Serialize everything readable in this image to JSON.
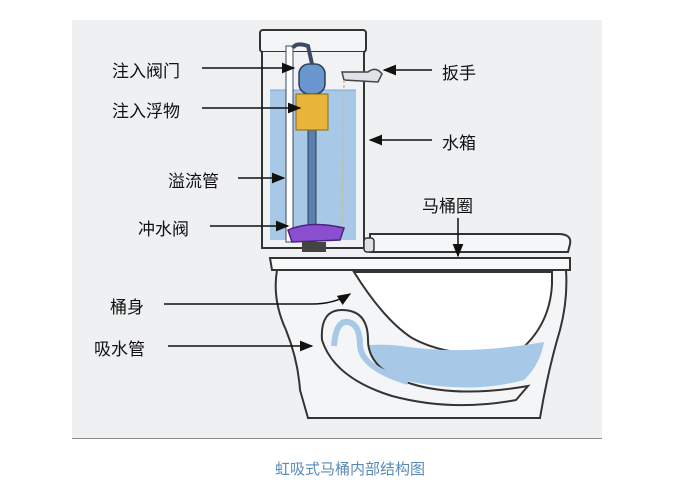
{
  "labels": {
    "fill_valve": "注入阀门",
    "fill_float": "注入浮物",
    "overflow_tube": "溢流管",
    "flush_valve": "冲水阀",
    "handle": "扳手",
    "tank": "水箱",
    "seat": "马桶圈",
    "bowl": "桶身",
    "siphon": "吸水管"
  },
  "caption": "虹吸式马桶内部结构图",
  "colors": {
    "background": "#eef0f2",
    "water": "#a8c8e8",
    "float": "#e8b43a",
    "flapper": "#8a4fd0",
    "valve": "#6a96d0",
    "caption": "#5a89b8"
  }
}
